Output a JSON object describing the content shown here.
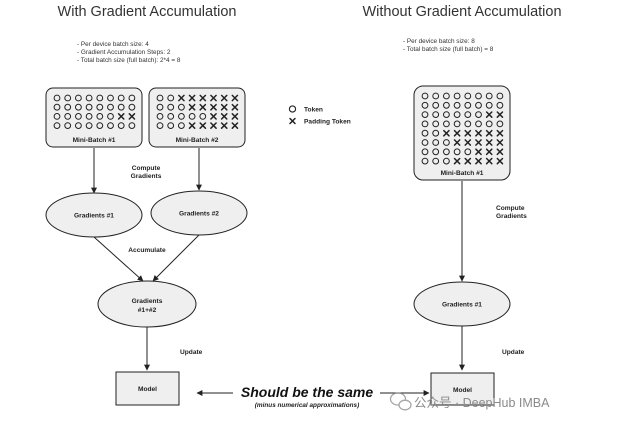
{
  "left": {
    "title": "With Gradient Accumulation",
    "notes": [
      "- Per device batch size: 4",
      "- Gradient Accumulation Steps: 2",
      "- Total batch size (full batch): 2*4 = 8"
    ],
    "batch1": {
      "label": "Mini-Batch #1",
      "rows": [
        "oooooooo",
        "oooooooo",
        "ooooooxx",
        "oooooooo"
      ]
    },
    "batch2": {
      "label": "Mini-Batch #2",
      "rows": [
        "ooxxxxxx",
        "oooxxxxx",
        "oooooxxx",
        "oooxxxxx"
      ]
    },
    "compute_label": [
      "Compute",
      "Gradients"
    ],
    "grad1_label": "Gradients #1",
    "grad2_label": "Gradients #2",
    "accumulate_label": "Accumulate",
    "combined_label": [
      "Gradients",
      "#1+#2"
    ],
    "update_label": "Update",
    "model_label": "Model"
  },
  "legend": {
    "token_label": "Token",
    "padding_label": "Padding Token"
  },
  "right": {
    "title": "Without Gradient Accumulation",
    "notes": [
      "- Per device batch size: 8",
      "- Total batch size (full batch) = 8"
    ],
    "batch": {
      "label": "Mini-Batch #1",
      "rows": [
        "oooooooo",
        "oooooooo",
        "ooooooxx",
        "oooooooo",
        "ooxxxxxx",
        "oooxxxxx",
        "oooooxxx",
        "oooxxxxx"
      ]
    },
    "compute_label": [
      "Compute",
      "Gradients"
    ],
    "grad_label": "Gradients #1",
    "update_label": "Update",
    "model_label": "Model"
  },
  "comparison": {
    "main": "Should be the same",
    "sub": "(minus numerical approximations)"
  },
  "watermark": "公众号 · DeepHub IMBA"
}
